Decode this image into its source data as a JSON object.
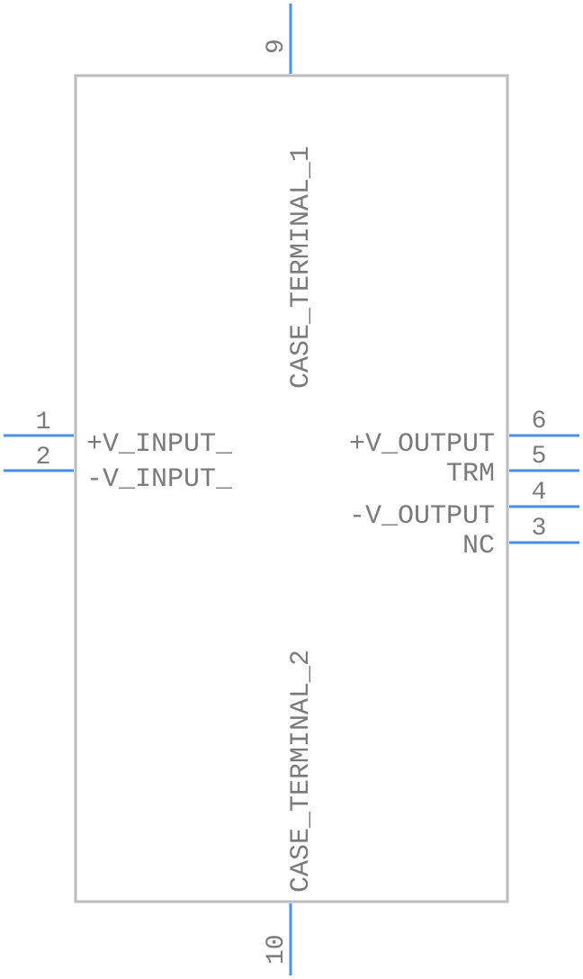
{
  "component": {
    "body": "rectangle",
    "pins": [
      {
        "number": "1",
        "name": "+V_INPUT_",
        "side": "left"
      },
      {
        "number": "2",
        "name": "-V_INPUT_",
        "side": "left"
      },
      {
        "number": "6",
        "name": "+V_OUTPUT",
        "side": "right"
      },
      {
        "number": "5",
        "name": "TRM",
        "side": "right"
      },
      {
        "number": "4",
        "name": "-V_OUTPUT",
        "side": "right"
      },
      {
        "number": "3",
        "name": "NC",
        "side": "right"
      },
      {
        "number": "9",
        "name": "CASE_TERMINAL_1",
        "side": "top"
      },
      {
        "number": "10",
        "name": "CASE_TERMINAL_2",
        "side": "bottom"
      }
    ]
  },
  "colors": {
    "pin": "#4a90e8",
    "outline": "#bdbdbd",
    "text": "#7a7a7a"
  }
}
